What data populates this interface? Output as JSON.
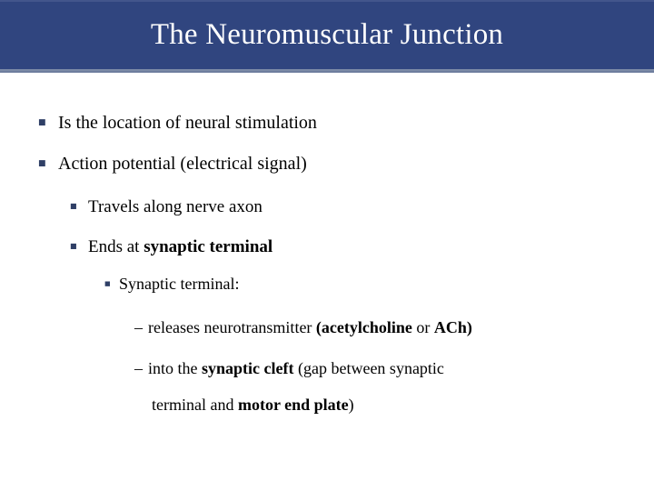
{
  "slide": {
    "title": "The Neuromuscular Junction",
    "theme": {
      "band_color": "#30457F",
      "title_color": "#FFFFFF",
      "bullet_color": "#2F3F66",
      "body_text_color": "#000000",
      "background_color": "#FFFFFF"
    },
    "bullet_glyph": "§",
    "dash_glyph": "–",
    "content": [
      {
        "level": 1,
        "marker": "square-bullet",
        "text": "Is the location of neural stimulation",
        "segments": [
          {
            "text": "Is the location of neural stimulation",
            "bold": false
          }
        ]
      },
      {
        "level": 1,
        "marker": "square-bullet",
        "text": "Action potential (electrical signal)",
        "segments": [
          {
            "text": "Action potential (electrical signal)",
            "bold": false
          }
        ]
      },
      {
        "level": 2,
        "marker": "square-bullet",
        "text": "Travels along nerve axon",
        "segments": [
          {
            "text": "Travels along nerve axon",
            "bold": false
          }
        ]
      },
      {
        "level": 2,
        "marker": "square-bullet",
        "text": "Ends at synaptic terminal",
        "segments": [
          {
            "text": "Ends at ",
            "bold": false
          },
          {
            "text": "synaptic terminal",
            "bold": true
          }
        ]
      },
      {
        "level": 3,
        "marker": "square-bullet",
        "text": "Synaptic terminal:",
        "segments": [
          {
            "text": "Synaptic terminal:",
            "bold": false
          }
        ]
      },
      {
        "level": 4,
        "marker": "en-dash",
        "text": "– releases neurotransmitter (acetylcholine or ACh)",
        "segments": [
          {
            "text": "releases neurotransmitter ",
            "bold": false
          },
          {
            "text": "(acetylcholine",
            "bold": true
          },
          {
            "text": " or ",
            "bold": false
          },
          {
            "text": "ACh)",
            "bold": true
          }
        ]
      },
      {
        "level": 4,
        "marker": "en-dash",
        "text": "– into the synaptic cleft (gap between synaptic",
        "segments": [
          {
            "text": "into the ",
            "bold": false
          },
          {
            "text": "synaptic cleft",
            "bold": true
          },
          {
            "text": " (gap between synaptic",
            "bold": false
          }
        ]
      },
      {
        "level": 4,
        "marker": "none",
        "continuation": true,
        "text": "terminal and motor end plate)",
        "segments": [
          {
            "text": "terminal and ",
            "bold": false
          },
          {
            "text": "motor end plate",
            "bold": true
          },
          {
            "text": ")",
            "bold": false
          }
        ]
      }
    ]
  }
}
